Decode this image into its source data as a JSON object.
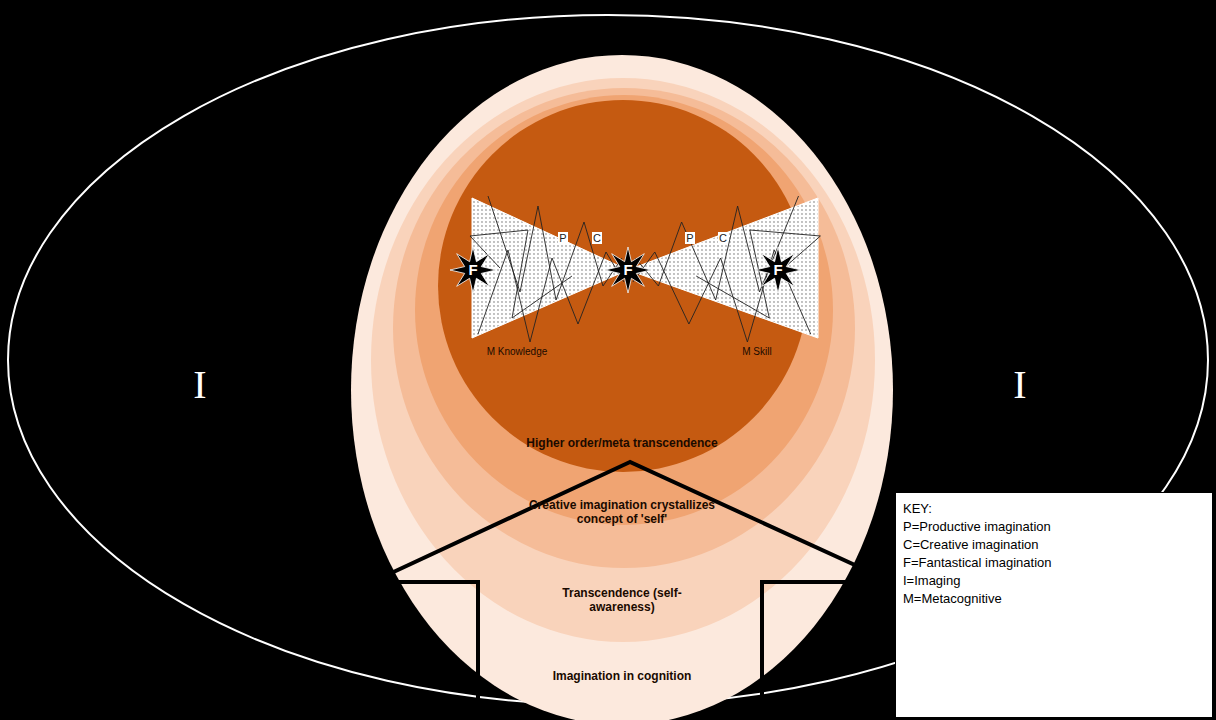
{
  "diagram": {
    "nodes": [
      {
        "text": [
          "I",
          "I"
        ]
      },
      {
        "text": [
          "Imagination in cognition"
        ],
        "in": 0
      },
      {
        "text": [
          "Transcendence (self-awareness)"
        ],
        "in": 1
      },
      {
        "text": [
          "Creative imagination crystallizes concept of 'self'"
        ],
        "in": 2
      },
      {
        "text": [
          "Higher order/meta transcendence"
        ],
        "in": 3
      },
      {
        "text": [
          "P",
          "C",
          "M Knowledge"
        ],
        "in": 4
      },
      {
        "text": [
          "P",
          "C",
          "M Skill"
        ],
        "in": 4
      },
      {
        "text": [
          "F"
        ],
        "in": 4
      },
      {
        "text": [
          "F"
        ],
        "in": 4
      },
      {
        "text": [
          "F"
        ],
        "in": 4
      },
      {
        "text": [
          "KEY:",
          "P=Productive imagination",
          "C=Creative imagination",
          "F=Fantastical imagination",
          "I=Imaging",
          "M=Metacognitive"
        ]
      }
    ]
  }
}
